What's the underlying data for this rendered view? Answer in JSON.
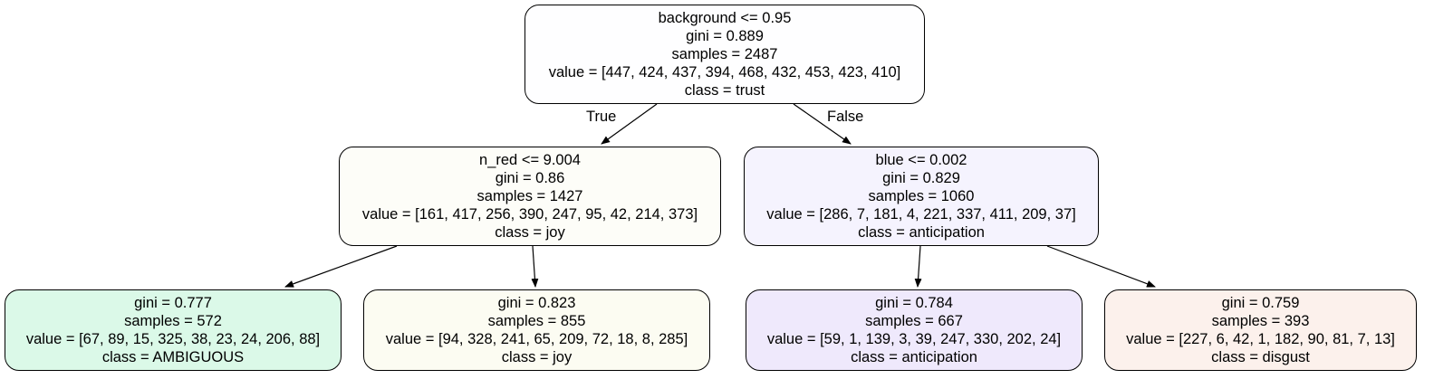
{
  "tree": {
    "edge_labels": {
      "true_label": "True",
      "false_label": "False"
    },
    "nodes": {
      "root": {
        "split": "background <= 0.95",
        "gini": "gini = 0.889",
        "samples": "samples = 2487",
        "value": "value = [447, 424, 437, 394, 468, 432, 453, 423, 410]",
        "class": "class = trust",
        "fill": "#fefeff"
      },
      "left": {
        "split": "n_red <= 9.004",
        "gini": "gini = 0.86",
        "samples": "samples = 1427",
        "value": "value = [161, 417, 256, 390, 247, 95, 42, 214, 373]",
        "class": "class = joy",
        "fill": "#fdfdf8"
      },
      "right": {
        "split": "blue <= 0.002",
        "gini": "gini = 0.829",
        "samples": "samples = 1060",
        "value": "value = [286, 7, 181, 4, 221, 337, 411, 209, 37]",
        "class": "class = anticipation",
        "fill": "#f5f3fe"
      },
      "left_left": {
        "gini": "gini = 0.777",
        "samples": "samples = 572",
        "value": "value = [67, 89, 15, 325, 38, 23, 24, 206, 88]",
        "class": "class = AMBIGUOUS",
        "fill": "#dbf9e8"
      },
      "left_right": {
        "gini": "gini = 0.823",
        "samples": "samples = 855",
        "value": "value = [94, 328, 241, 65, 209, 72, 18, 8, 285]",
        "class": "class = joy",
        "fill": "#fcfcf2"
      },
      "right_left": {
        "gini": "gini = 0.784",
        "samples": "samples = 667",
        "value": "value = [59, 1, 139, 3, 39, 247, 330, 202, 24]",
        "class": "class = anticipation",
        "fill": "#efe9fc"
      },
      "right_right": {
        "gini": "gini = 0.759",
        "samples": "samples = 393",
        "value": "value = [227, 6, 42, 1, 182, 90, 81, 7, 13]",
        "class": "class = disgust",
        "fill": "#fcf1ec"
      }
    }
  }
}
